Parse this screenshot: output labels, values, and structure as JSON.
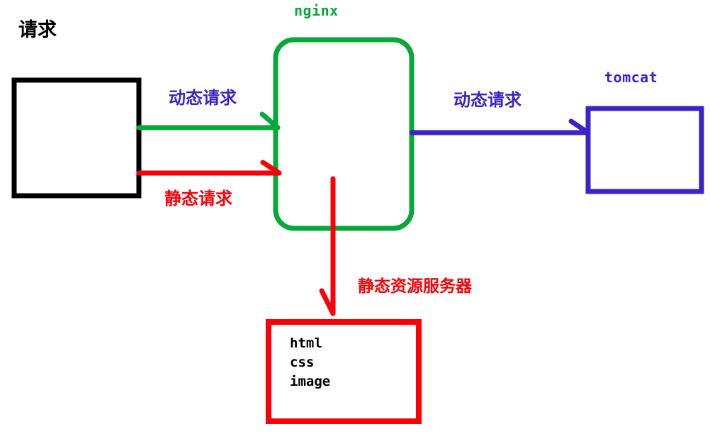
{
  "diagram": {
    "title": "nginx request routing diagram",
    "colors": {
      "black": "#000000",
      "green": "#06a83a",
      "red": "#fb0007",
      "blue": "#3a23c8",
      "background": "#ffffff"
    },
    "nodes": [
      {
        "id": "client",
        "label": "请求",
        "label_color": "#000000",
        "border_color": "#000000",
        "lines": []
      },
      {
        "id": "nginx",
        "label": "nginx",
        "label_color": "#06a83a",
        "border_color": "#06a83a",
        "lines": []
      },
      {
        "id": "tomcat",
        "label": "tomcat",
        "label_color": "#3a23c8",
        "border_color": "#3a23c8",
        "lines": []
      },
      {
        "id": "static-server",
        "label": "静态资源服务器",
        "label_color": "#fb0007",
        "border_color": "#fb0007",
        "lines": [
          "html",
          "css",
          "image"
        ]
      }
    ],
    "edges": [
      {
        "id": "client-to-nginx-dynamic",
        "label": "动态请求",
        "color": "#06a83a",
        "label_color": "#3a23c8",
        "from": "client",
        "to": "nginx"
      },
      {
        "id": "client-to-nginx-static",
        "label": "静态请求",
        "color": "#fb0007",
        "label_color": "#fb0007",
        "from": "client",
        "to": "nginx"
      },
      {
        "id": "nginx-to-tomcat",
        "label": "动态请求",
        "color": "#3a23c8",
        "label_color": "#3a23c8",
        "from": "nginx",
        "to": "tomcat"
      },
      {
        "id": "nginx-to-static-server",
        "label": "静态资源服务器",
        "color": "#fb0007",
        "label_color": "#fb0007",
        "from": "nginx",
        "to": "static-server"
      }
    ],
    "static_box_lines": {
      "line1": "html",
      "line2": "css",
      "line3": "image"
    }
  }
}
